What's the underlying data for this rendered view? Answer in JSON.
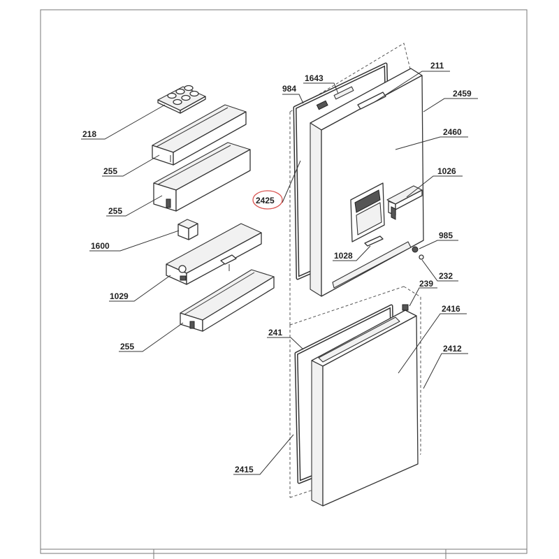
{
  "diagram": {
    "labels": {
      "l218": "218",
      "l255a": "255",
      "l255b": "255",
      "l1600": "1600",
      "l1029": "1029",
      "l255c": "255",
      "l1643": "1643",
      "l984": "984",
      "l211": "211",
      "l2459": "2459",
      "l2460": "2460",
      "l1026": "1026",
      "l2425": "2425",
      "l985": "985",
      "l1028": "1028",
      "l232": "232",
      "l239": "239",
      "l2416": "2416",
      "l241": "241",
      "l2412": "2412",
      "l2415": "2415"
    },
    "highlight_color": "#d9534f",
    "line_color": "#333333"
  }
}
